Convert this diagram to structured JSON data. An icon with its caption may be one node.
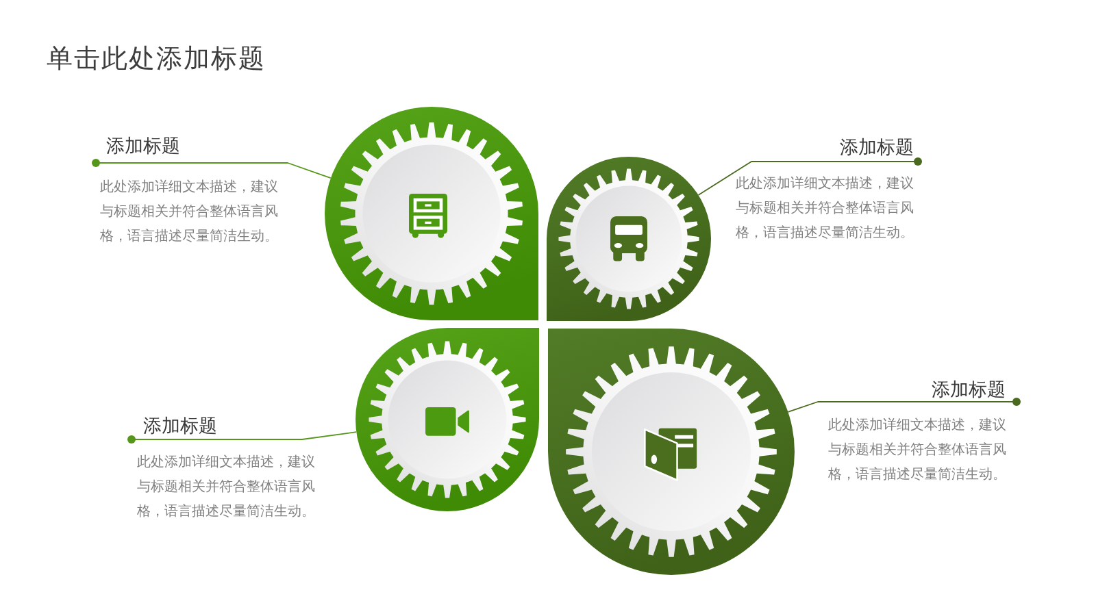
{
  "diagram": {
    "title": "单击此处添加标题",
    "nodes": [
      {
        "text": [
          "添加标题",
          "此处添加详细文本描述，建议与标题相关并符合整体语言风格，语言描述尽量简洁生动。"
        ]
      },
      {
        "text": [],
        "shape": "gear"
      },
      {
        "text": [],
        "shape": "gear"
      },
      {
        "text": [
          "添加标题",
          "此处添加详细文本描述，建议与标题相关并符合整体语言风格，语言描述尽量简洁生动。"
        ]
      },
      {
        "text": [
          "添加标题",
          "此处添加详细文本描述，建议与标题相关并符合整体语言风格，语言描述尽量简洁生动。"
        ]
      },
      {
        "text": [],
        "shape": "gear"
      },
      {
        "text": [],
        "shape": "gear"
      },
      {
        "text": [
          "添加标题",
          "此处添加详细文本描述，建议与标题相关并符合整体语言风格，语言描述尽量简洁生动。"
        ]
      }
    ],
    "edges": [
      {
        "from": 0,
        "to": 1,
        "arrow": "other"
      },
      {
        "from": 3,
        "to": 2,
        "arrow": "other",
        "color": "#4a6b1f"
      },
      {
        "from": 4,
        "to": 5,
        "arrow": "other"
      },
      {
        "from": 7,
        "to": 6,
        "arrow": "other",
        "color": "#4a6b1f"
      }
    ]
  }
}
